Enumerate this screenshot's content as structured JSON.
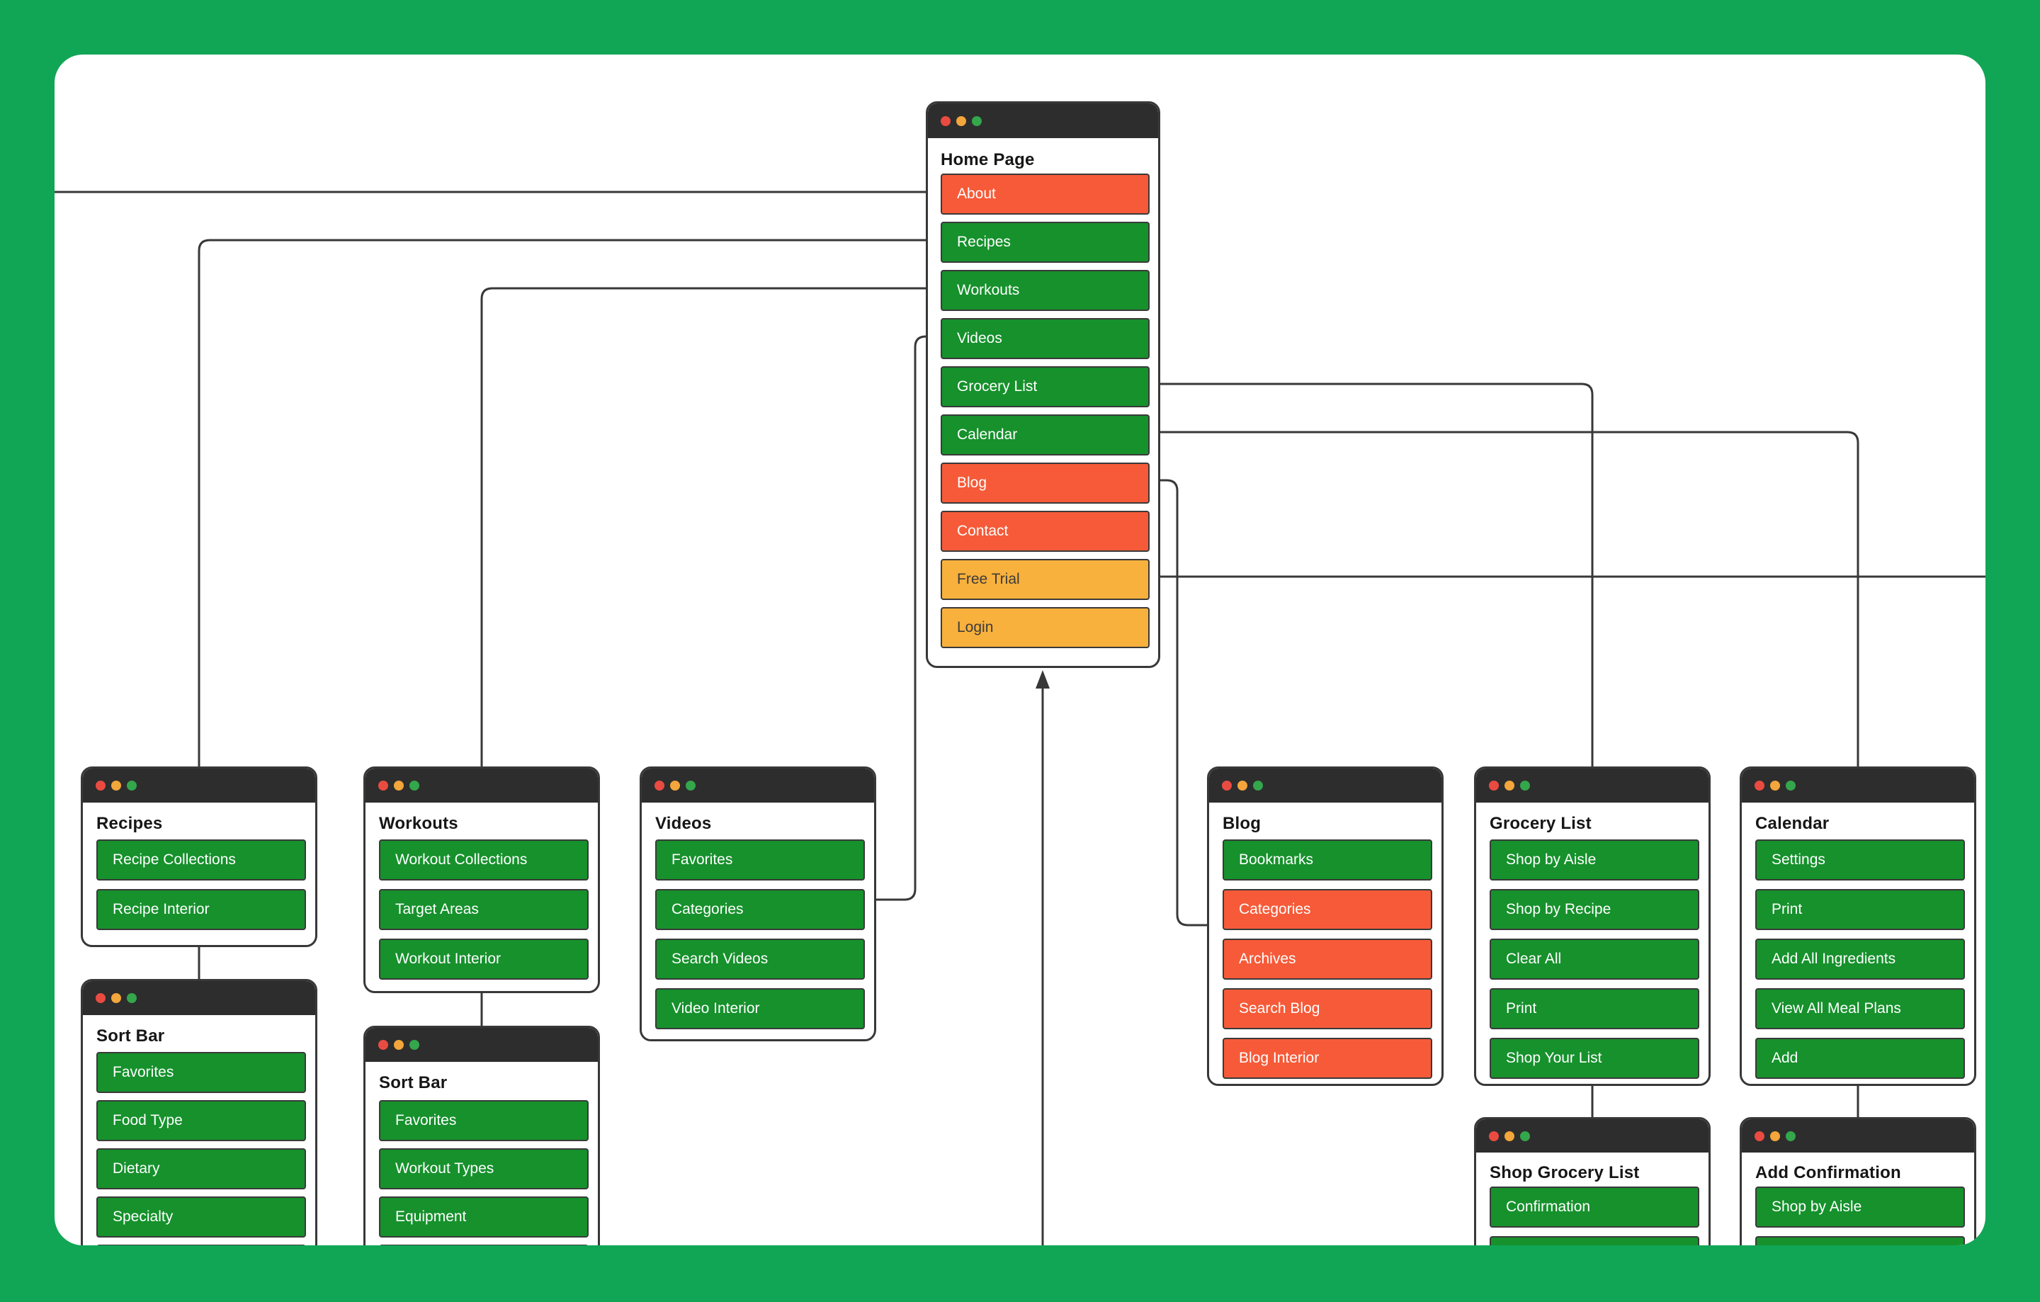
{
  "diagram": {
    "background_color": "#11A655",
    "canvas_color": "#FFFFFF",
    "line_color": "#383838",
    "colors": {
      "green": "#16912C",
      "orange": "#F65A38",
      "amber": "#F8B13C",
      "chrome": "#2D2D2D",
      "dot_red": "#EA4B41",
      "dot_yellow": "#F2A63B",
      "dot_green": "#34A64B"
    },
    "cards": [
      {
        "id": "home",
        "title": "Home Page",
        "buttons": [
          {
            "label": "About",
            "variant": "orange"
          },
          {
            "label": "Recipes",
            "variant": "green"
          },
          {
            "label": "Workouts",
            "variant": "green"
          },
          {
            "label": "Videos",
            "variant": "green"
          },
          {
            "label": "Grocery List",
            "variant": "green"
          },
          {
            "label": "Calendar",
            "variant": "green"
          },
          {
            "label": "Blog",
            "variant": "orange"
          },
          {
            "label": "Contact",
            "variant": "orange"
          },
          {
            "label": "Free Trial",
            "variant": "amber"
          },
          {
            "label": "Login",
            "variant": "amber"
          }
        ]
      },
      {
        "id": "recipes",
        "title": "Recipes",
        "buttons": [
          {
            "label": "Recipe Collections",
            "variant": "green"
          },
          {
            "label": "Recipe Interior",
            "variant": "green"
          }
        ]
      },
      {
        "id": "sort-bar-recipes",
        "title": "Sort Bar",
        "buttons": [
          {
            "label": "Favorites",
            "variant": "green"
          },
          {
            "label": "Food Type",
            "variant": "green"
          },
          {
            "label": "Dietary",
            "variant": "green"
          },
          {
            "label": "Specialty",
            "variant": "green"
          },
          {
            "label": "",
            "variant": "green",
            "clipped": true
          }
        ]
      },
      {
        "id": "workouts",
        "title": "Workouts",
        "buttons": [
          {
            "label": "Workout Collections",
            "variant": "green"
          },
          {
            "label": "Target Areas",
            "variant": "green"
          },
          {
            "label": "Workout Interior",
            "variant": "green"
          }
        ]
      },
      {
        "id": "sort-bar-workouts",
        "title": "Sort Bar",
        "buttons": [
          {
            "label": "Favorites",
            "variant": "green"
          },
          {
            "label": "Workout Types",
            "variant": "green"
          },
          {
            "label": "Equipment",
            "variant": "green"
          },
          {
            "label": "",
            "variant": "green",
            "clipped": true
          }
        ]
      },
      {
        "id": "videos",
        "title": "Videos",
        "buttons": [
          {
            "label": "Favorites",
            "variant": "green"
          },
          {
            "label": "Categories",
            "variant": "green"
          },
          {
            "label": "Search Videos",
            "variant": "green"
          },
          {
            "label": "Video Interior",
            "variant": "green"
          }
        ]
      },
      {
        "id": "blog",
        "title": "Blog",
        "buttons": [
          {
            "label": "Bookmarks",
            "variant": "green"
          },
          {
            "label": "Categories",
            "variant": "orange"
          },
          {
            "label": "Archives",
            "variant": "orange"
          },
          {
            "label": "Search Blog",
            "variant": "orange"
          },
          {
            "label": "Blog Interior",
            "variant": "orange"
          }
        ]
      },
      {
        "id": "grocery-list",
        "title": "Grocery List",
        "buttons": [
          {
            "label": "Shop by Aisle",
            "variant": "green"
          },
          {
            "label": "Shop by Recipe",
            "variant": "green"
          },
          {
            "label": "Clear All",
            "variant": "green"
          },
          {
            "label": "Print",
            "variant": "green"
          },
          {
            "label": "Shop Your List",
            "variant": "green"
          }
        ]
      },
      {
        "id": "calendar",
        "title": "Calendar",
        "buttons": [
          {
            "label": "Settings",
            "variant": "green"
          },
          {
            "label": "Print",
            "variant": "green"
          },
          {
            "label": "Add All Ingredients",
            "variant": "green"
          },
          {
            "label": "View All Meal Plans",
            "variant": "green"
          },
          {
            "label": "Add",
            "variant": "green"
          }
        ]
      },
      {
        "id": "shop-grocery-list",
        "title": "Shop Grocery List",
        "buttons": [
          {
            "label": "Confirmation",
            "variant": "green"
          },
          {
            "label": "",
            "variant": "green",
            "clipped": true
          }
        ]
      },
      {
        "id": "add-confirmation",
        "title": "Add Confirmation",
        "buttons": [
          {
            "label": "Shop by Aisle",
            "variant": "green"
          },
          {
            "label": "",
            "variant": "green",
            "clipped": true
          }
        ]
      }
    ]
  }
}
